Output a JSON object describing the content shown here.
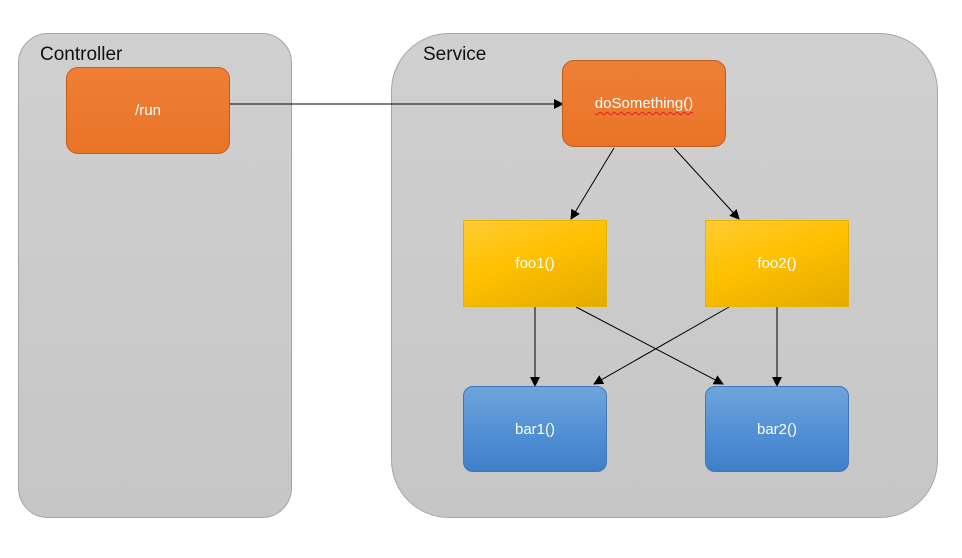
{
  "groups": {
    "controller": {
      "title": "Controller"
    },
    "service": {
      "title": "Service"
    }
  },
  "nodes": {
    "run": {
      "label": "/run"
    },
    "do_something": {
      "label": "doSomething()"
    },
    "foo1": {
      "label": "foo1()"
    },
    "foo2": {
      "label": "foo2()"
    },
    "bar1": {
      "label": "bar1()"
    },
    "bar2": {
      "label": "bar2()"
    }
  },
  "colors": {
    "group_fill": "#c9c9c9",
    "orange": "#ed7d31",
    "yellow": "#ffc000",
    "blue": "#5b9bd5",
    "arrow": "#000000"
  },
  "edges": [
    {
      "from": "run",
      "to": "do_something"
    },
    {
      "from": "do_something",
      "to": "foo1"
    },
    {
      "from": "do_something",
      "to": "foo2"
    },
    {
      "from": "foo1",
      "to": "bar1"
    },
    {
      "from": "foo1",
      "to": "bar2"
    },
    {
      "from": "foo2",
      "to": "bar1"
    },
    {
      "from": "foo2",
      "to": "bar2"
    }
  ]
}
